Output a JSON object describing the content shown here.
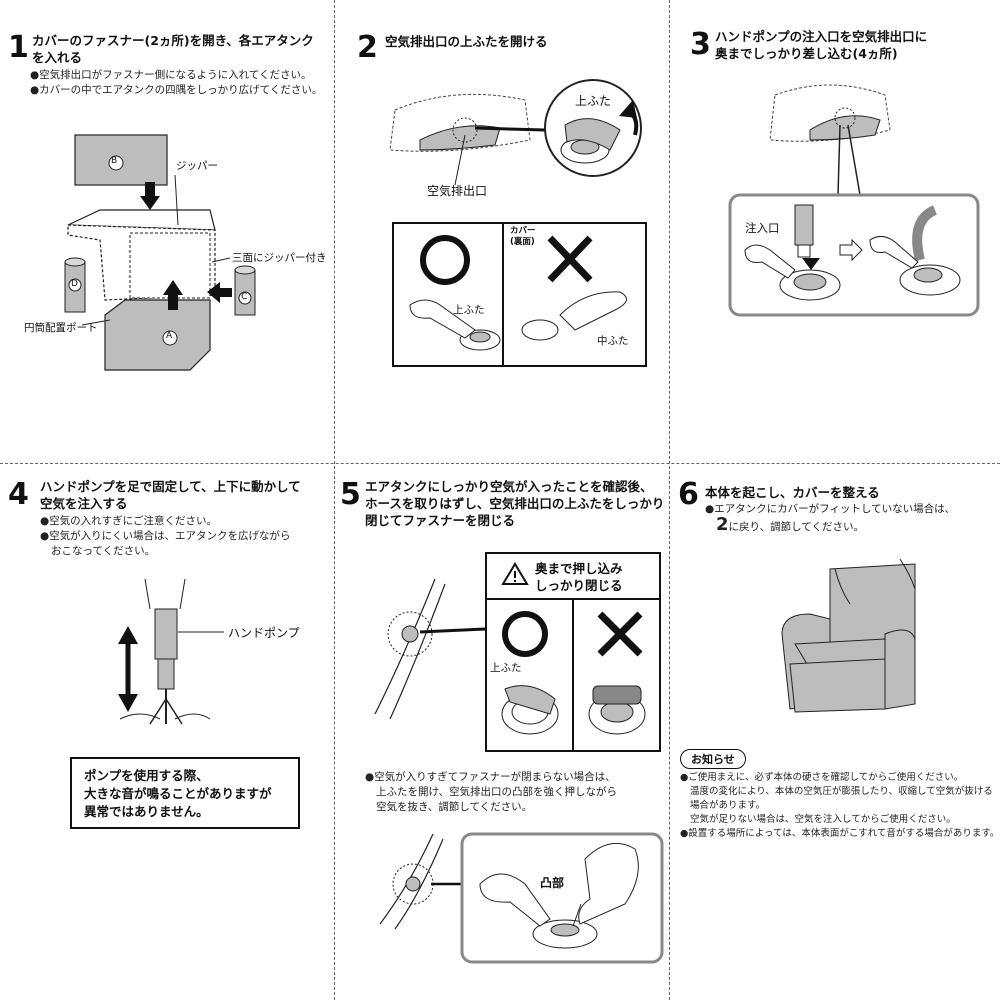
{
  "steps": {
    "s1": {
      "num": "1",
      "title_l1": "カバーのファスナー(2ヵ所)を開き、各エアタンク",
      "title_l2": "を入れる",
      "b1": "●空気排出口がファスナー側になるように入れてください。",
      "b2": "●カバーの中でエアタンクの四隅をしっかり広げてください。",
      "labels": {
        "zipper": "ジッパー",
        "three_side": "三面にジッパー付き",
        "port": "円筒配置ポート",
        "A": "A",
        "B": "B",
        "C": "C",
        "D": "D"
      }
    },
    "s2": {
      "num": "2",
      "title": "空気排出口の上ふたを開ける",
      "labels": {
        "top_lid": "上ふた",
        "air_outlet": "空気排出口",
        "cover_back_l1": "カバー",
        "cover_back_l2": "(裏面)",
        "top_lid2": "上ふた",
        "mid_lid": "中ふた"
      }
    },
    "s3": {
      "num": "3",
      "title_l1": "ハンドポンプの注入口を空気排出口に",
      "title_l2": "奥までしっかり差し込む(4ヵ所)",
      "labels": {
        "inlet": "注入口"
      }
    },
    "s4": {
      "num": "4",
      "title_l1": "ハンドポンプを足で固定して、上下に動かして",
      "title_l2": "空気を注入する",
      "b1": "●空気の入れすぎにご注意ください。",
      "b2": "●空気が入りにくい場合は、エアタンクを広げながら",
      "b3": "おこなってください。",
      "labels": {
        "hand_pump": "ハンドポンプ"
      },
      "notice_l1": "ポンプを使用する際、",
      "notice_l2": "大きな音が鳴ることがありますが",
      "notice_l3": "異常ではありません。"
    },
    "s5": {
      "num": "5",
      "title_l1": "エアタンクにしっかり空気が入ったことを確認後、",
      "title_l2": "ホースを取りはずし、空気排出口の上ふたをしっかり",
      "title_l3": "閉じてファスナーを閉じる",
      "warn_l1": "奥まで押し込み",
      "warn_l2": "しっかり閉じる",
      "labels": {
        "top_lid": "上ふた",
        "convex": "凸部"
      },
      "b1": "●空気が入りすぎてファスナーが閉まらない場合は、",
      "b2": "上ふたを開け、空気排出口の凸部を強く押しながら",
      "b3": "空気を抜き、調節してください。"
    },
    "s6": {
      "num": "6",
      "title": "本体を起こし、カバーを整える",
      "b1": "●エアタンクにカバーがフィットしていない場合は、",
      "b2_num": "2",
      "b2_text": "に戻り、調節してください。"
    }
  },
  "notice": {
    "badge": "お知らせ",
    "n1": "●ご使用まえに、必ず本体の硬さを確認してからご使用ください。",
    "n2": "温度の変化により、本体の空気圧が膨張したり、収縮して空気が抜ける",
    "n3": "場合があります。",
    "n4": "空気が足りない場合は、空気を注入してからご使用ください。",
    "n5": "●設置する場所によっては、本体表面がこすれて音がする場合があります。"
  },
  "symbols": {
    "ok": "circle-ok",
    "ng": "cross-ng",
    "warning": "warning-triangle-icon"
  }
}
